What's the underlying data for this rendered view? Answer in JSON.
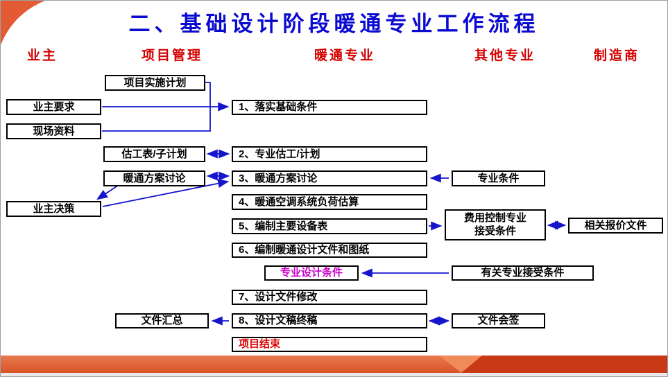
{
  "slide": {
    "title": "二、基础设计阶段暖通专业工作流程"
  },
  "lanes": {
    "owner": "业主",
    "pm": "项目管理",
    "hvac": "暖通专业",
    "other": "其他专业",
    "manufacturer": "制造商"
  },
  "boxes": {
    "project_plan": "项目实施计划",
    "owner_req": "业主要求",
    "site_data": "现场资料",
    "step1": "1、落实基础条件",
    "estimate_plan": "估工表/子计划",
    "step2": "2、专业估工/计划",
    "hvac_discuss": "暖通方案讨论",
    "step3": "3、暖通方案讨论",
    "spec_cond": "专业条件",
    "owner_decision": "业主决策",
    "step4": "4、暖通空调系统负荷估算",
    "step5": "5、编制主要设备表",
    "cost_control": "费用控制专业\n接受条件",
    "quote_docs": "相关报价文件",
    "step6": "6、编制暖通设计文件和图纸",
    "design_cond": "专业设计条件",
    "related_cond": "有关专业接受条件",
    "step7": "7、设计文件修改",
    "doc_summary": "文件汇总",
    "step8": "8、设计文稿终稿",
    "doc_sign": "文件会签",
    "project_end": "项目结束"
  },
  "colors": {
    "title_blue": "#0a0ad0",
    "lane_red": "#d40000",
    "arrow_blue": "#1515cc",
    "magenta_text": "#cc00cc",
    "red_text": "#dd0000",
    "accent_orange": "#e2603a",
    "accent_dark_orange": "#c93915"
  }
}
